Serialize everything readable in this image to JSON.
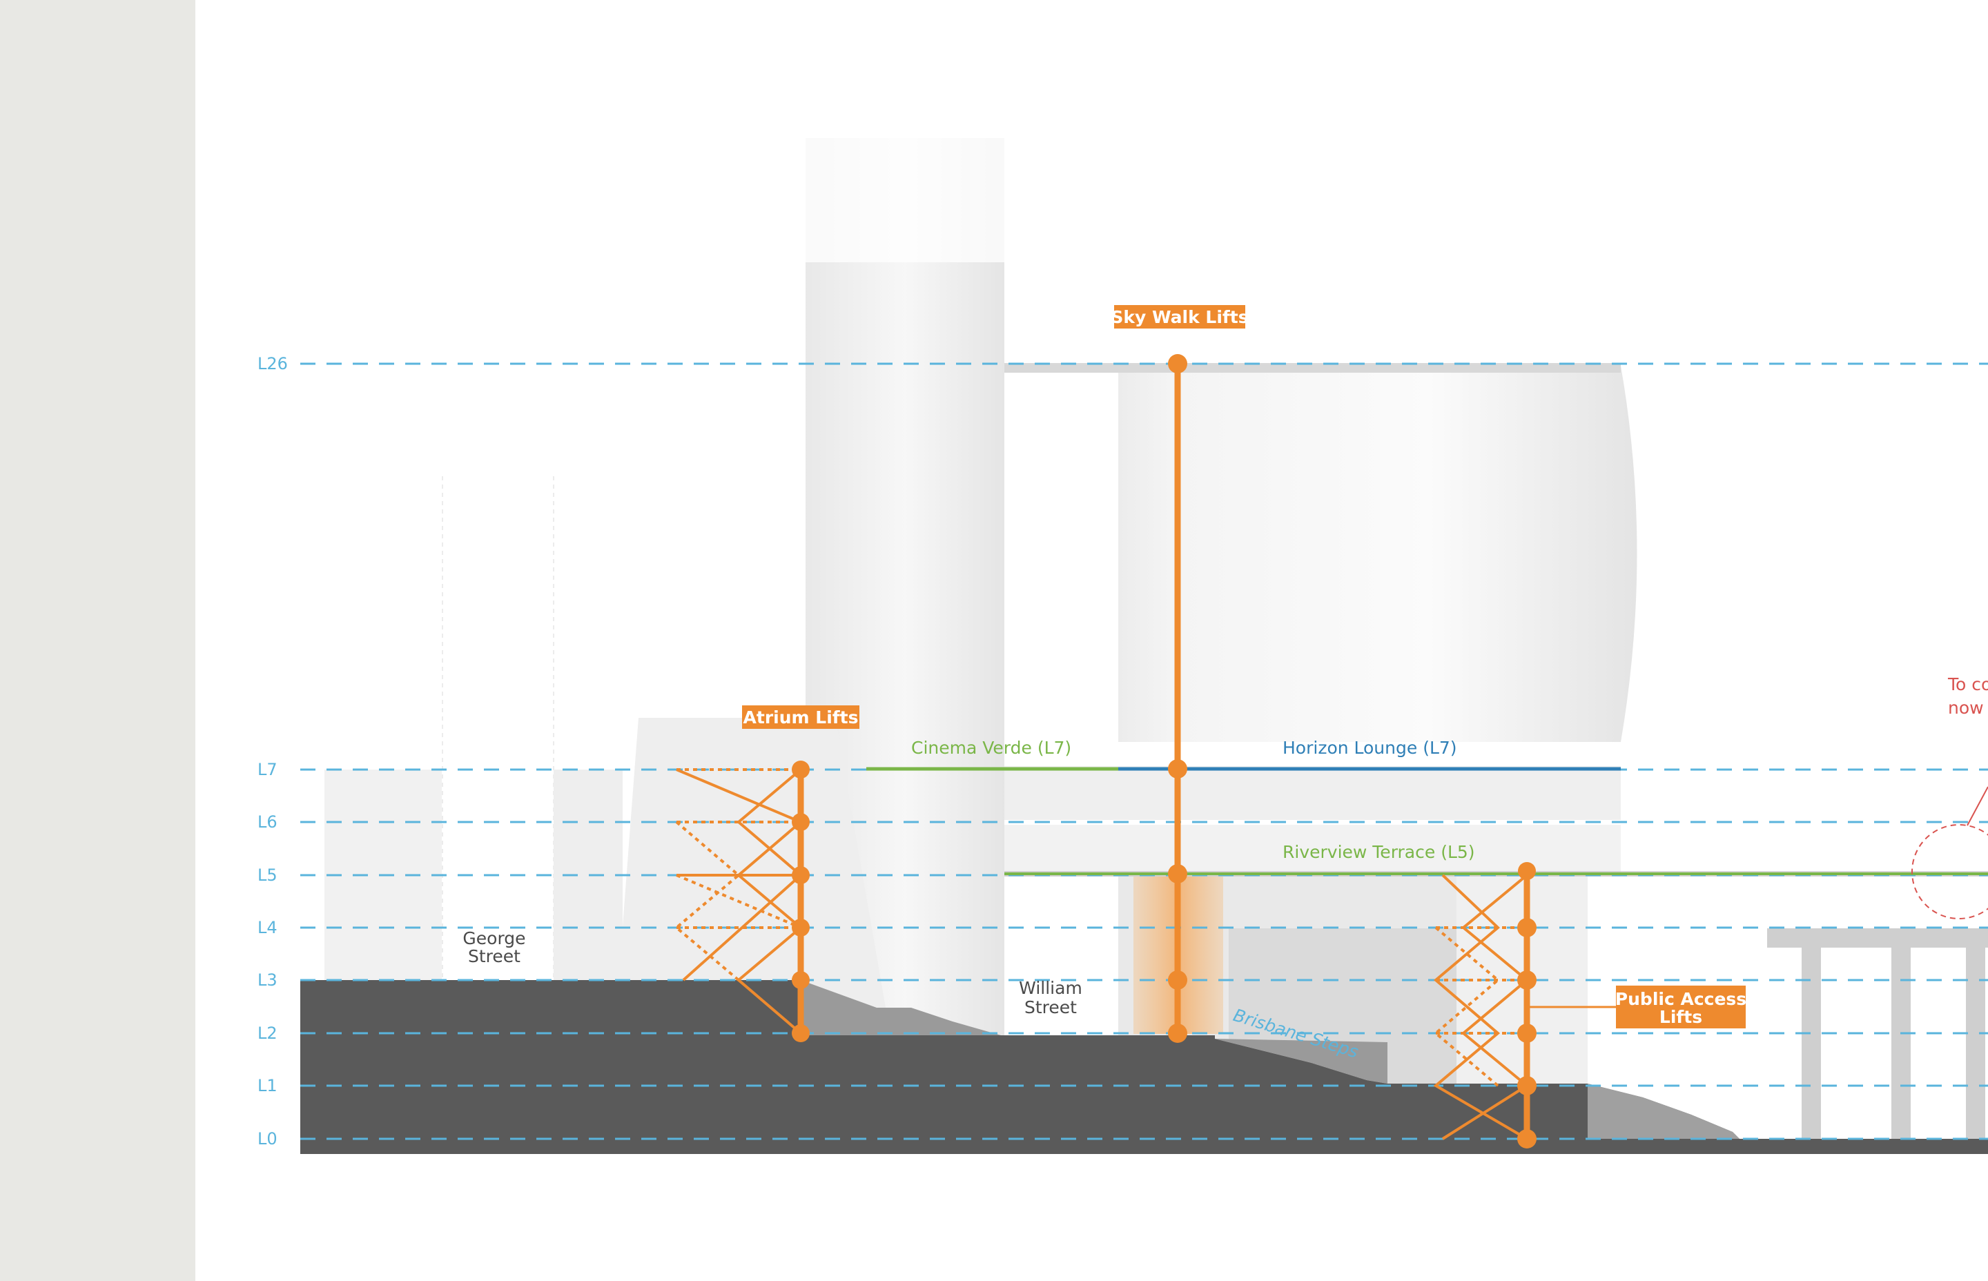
{
  "levels": [
    "L26",
    "L7",
    "L6",
    "L5",
    "L4",
    "L3",
    "L2",
    "L1",
    "L0"
  ],
  "streets": {
    "george": [
      "George",
      "Street"
    ],
    "william": [
      "William",
      "Street"
    ],
    "brisbane_steps": "Brisbane Steps"
  },
  "lift_tags": {
    "sky_walk": "Sky Walk Lifts",
    "atrium": "Atrium Lifts",
    "public_access": [
      "Public Access",
      "Lifts"
    ]
  },
  "destinations": {
    "cinema_verde": "Cinema Verde (L7)",
    "horizon_lounge": "Horizon Lounge (L7)",
    "riverview_terrace": "Riverview Terrace (L5)"
  },
  "callout": [
    "To co",
    "now"
  ],
  "colors": {
    "level_line": "#5ab4dc",
    "lift": "#ee8a2e",
    "ground": "#5a5a5a",
    "green": "#7ab648",
    "blue": "#2f7fb6",
    "red": "#d9534f",
    "sidebar": "#e8e8e4"
  }
}
